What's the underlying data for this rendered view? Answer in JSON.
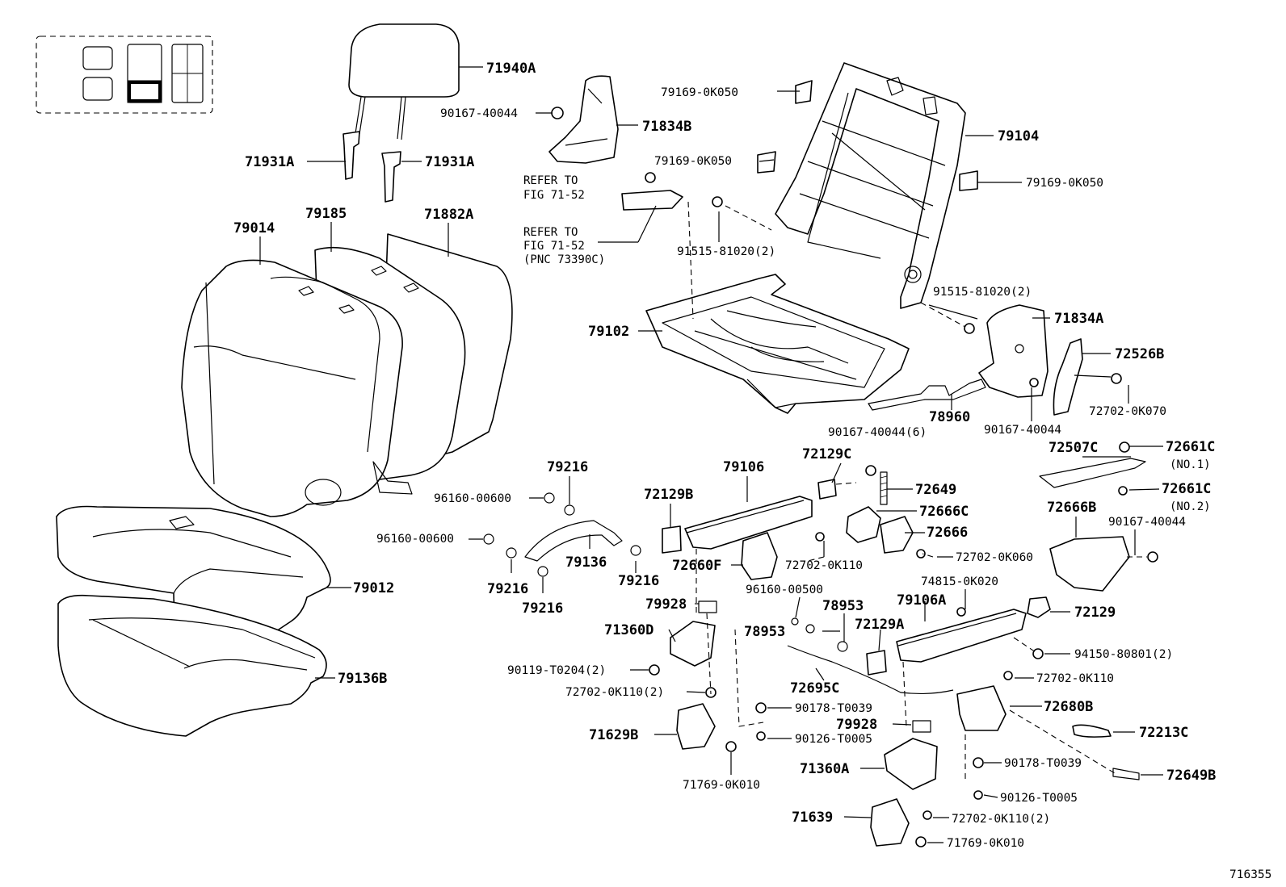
{
  "callouts": {
    "c71940A": "71940A",
    "c90167_40044_a": "90167-40044",
    "c71834B": "71834B",
    "c71931A_l": "71931A",
    "c71931A_r": "71931A",
    "c79014": "79014",
    "c79185": "79185",
    "c71882A": "71882A",
    "c79169_a": "79169-0K050",
    "c79169_b": "79169-0K050",
    "c79169_c": "79169-0K050",
    "c79104": "79104",
    "c91515_a": "91515-81020(2)",
    "c91515_b": "91515-81020(2)",
    "c79102": "79102",
    "c71834A": "71834A",
    "c72526B": "72526B",
    "c78960": "78960",
    "c90167_40044_6": "90167-40044(6)",
    "c90167_40044_b": "90167-40044",
    "c72702_0K070": "72702-0K070",
    "c72507C": "72507C",
    "c72661C_1": "72661C",
    "c72661C_1n": "(NO.1)",
    "c72661C_2": "72661C",
    "c72661C_2n": "(NO.2)",
    "c72666B": "72666B",
    "c90167_40044_c": "90167-40044",
    "c79216_a": "79216",
    "c96160_600_a": "96160-00600",
    "c96160_600_b": "96160-00600",
    "c79136": "79136",
    "c79216_b": "79216",
    "c79216_c": "79216",
    "c79216_d": "79216",
    "c79106": "79106",
    "c72129C": "72129C",
    "c72649": "72649",
    "c72129B": "72129B",
    "c72666C": "72666C",
    "c72666": "72666",
    "c72702_0K110_a": "72702-0K110",
    "c72702_0K060": "72702-0K060",
    "c72660F": "72660F",
    "c96160_00500": "96160-00500",
    "c74815": "74815-0K020",
    "c79012": "79012",
    "c79928_a": "79928",
    "c78953_a": "78953",
    "c78953_b": "78953",
    "c79106A": "79106A",
    "c72129": "72129",
    "c71360D": "71360D",
    "c72129A": "72129A",
    "c94150": "94150-80801(2)",
    "c79136B": "79136B",
    "c90119": "90119-T0204(2)",
    "c72702_0K110_b": "72702-0K110",
    "c72702_0K110_2a": "72702-0K110(2)",
    "c72695C": "72695C",
    "c72680B": "72680B",
    "c90178_a": "90178-T0039",
    "c79928_b": "79928",
    "c71629B": "71629B",
    "c90126_a": "90126-T0005",
    "c72213C": "72213C",
    "c90178_b": "90178-T0039",
    "c71360A": "71360A",
    "c72649B": "72649B",
    "c71769_a": "71769-0K010",
    "c90126_b": "90126-T0005",
    "c71639": "71639",
    "c72702_0K110_2b": "72702-0K110(2)",
    "c71769_b": "71769-0K010"
  },
  "refer_notes": {
    "refer1_line1": "REFER TO",
    "refer1_line2": "FIG 71-52",
    "refer2_line1": "REFER TO",
    "refer2_line2": "FIG 71-52",
    "refer2_line3": "(PNC 73390C)"
  },
  "figure_number": "716355",
  "colors": {
    "ink": "#000000",
    "paper": "#ffffff"
  }
}
